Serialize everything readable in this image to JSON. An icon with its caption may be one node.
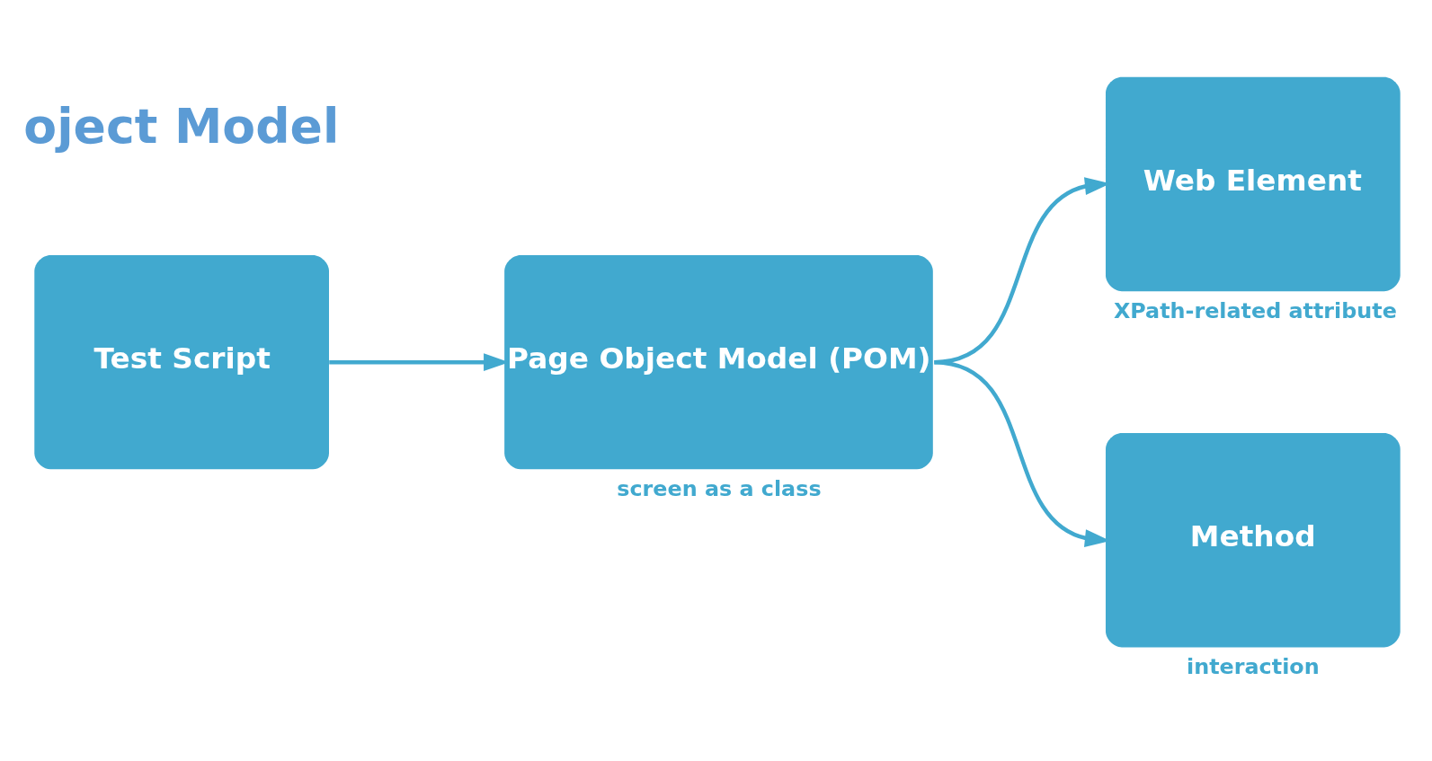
{
  "diagram": {
    "nodes": [
      {
        "text": [
          "Test Script"
        ]
      },
      {
        "text": [
          "Page Object Model (POM)"
        ],
        "beside": [
          "screen as a class"
        ]
      },
      {
        "text": [
          "Web Element"
        ],
        "beside": [
          "XPath-related attribute"
        ]
      },
      {
        "text": [
          "Method"
        ],
        "beside": [
          "interaction"
        ]
      }
    ],
    "edges": [
      {
        "from": 0,
        "to": 1,
        "arrow": "to"
      },
      {
        "from": 1,
        "to": 2,
        "arrow": "to"
      },
      {
        "from": 1,
        "to": 3,
        "arrow": "to"
      }
    ],
    "labels": [
      "oject Model"
    ]
  }
}
